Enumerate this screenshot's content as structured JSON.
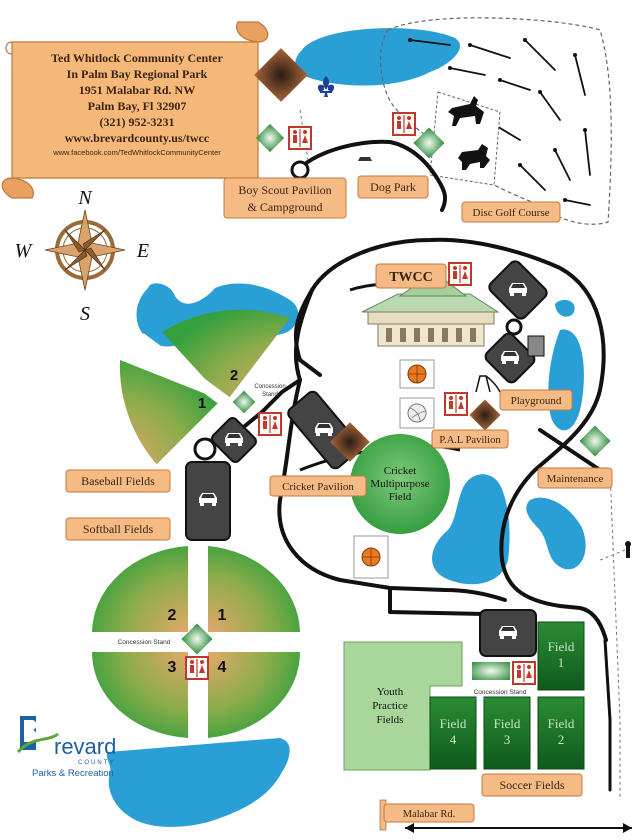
{
  "info": {
    "name": "Ted Whitlock Community Center",
    "park": "In Palm Bay Regional Park",
    "street": "1951 Malabar Rd. NW",
    "city": "Palm Bay, Fl 32907",
    "phone": "(321) 952-3231",
    "website": "www.brevardcounty.us/twcc",
    "facebook": "www.facebook.com/TedWhitlockCommunityCenter"
  },
  "compass": {
    "n": "N",
    "s": "S",
    "e": "E",
    "w": "W"
  },
  "labels": {
    "boy_scout_1": "Boy Scout Pavilion",
    "boy_scout_2": "& Campground",
    "dog_park": "Dog Park",
    "disc_golf": "Disc Golf Course",
    "twcc": "TWCC",
    "playground": "Playground",
    "pal_pavilion": "P.A.L Pavilion",
    "maintenance": "Maintenance",
    "baseball": "Baseball Fields",
    "softball": "Softball Fields",
    "cricket_pavilion": "Cricket Pavilion",
    "cricket_field_1": "Cricket",
    "cricket_field_2": "Multipurpose",
    "cricket_field_3": "Field",
    "concession_1": "Concession",
    "concession_2": "Stand",
    "concession_stand": "Concession  Stand",
    "youth_1": "Youth",
    "youth_2": "Practice",
    "youth_3": "Fields",
    "soccer": "Soccer Fields",
    "malabar": "Malabar Rd."
  },
  "baseball_fields": [
    "1",
    "2"
  ],
  "softball_fields": [
    "2",
    "1",
    "3",
    "4"
  ],
  "soccer_fields": [
    {
      "name": "Field",
      "num": "1"
    },
    {
      "name": "Field",
      "num": "4"
    },
    {
      "name": "Field",
      "num": "3"
    },
    {
      "name": "Field",
      "num": "2"
    }
  ],
  "logo": {
    "brand": "revard",
    "county": "COUNTY",
    "sub": "Parks & Recreation"
  },
  "colors": {
    "water": "#2a9fd6",
    "field_green": "#3aa03a",
    "soccer_green": "#1e7a2a",
    "dirt": "#d49a62",
    "label_bg": "#f6ba85",
    "scroll": "#f6b878",
    "road": "#111111"
  }
}
